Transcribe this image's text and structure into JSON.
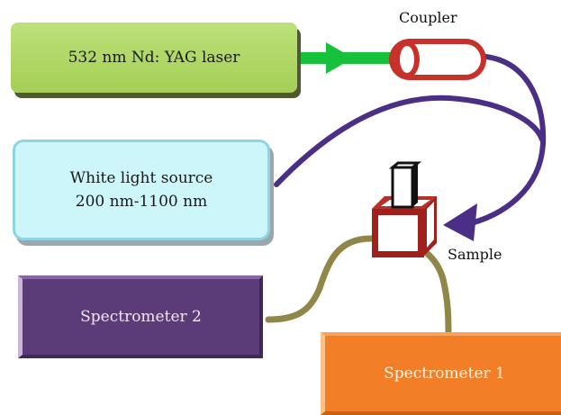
{
  "diagram": {
    "laser": {
      "line1": "532 nm Nd: YAG laser"
    },
    "white_light": {
      "line1": "White light source",
      "line2": "200 nm-1100 nm"
    },
    "spectrometer_2": {
      "label": "Spectrometer 2"
    },
    "spectrometer_1": {
      "label": "Spectrometer 1"
    },
    "coupler": {
      "label": "Coupler"
    },
    "sample": {
      "label": "Sample"
    }
  },
  "colors": {
    "laser_box": "#a8d15c",
    "white_box": "#cdf6fb",
    "spectrometer_2": "#5b3b78",
    "spectrometer_1": "#f27f27",
    "beam": "#16c23c",
    "coupler": "#c8302a",
    "fiber_purple": "#4b2f86",
    "fiber_olive": "#8f8648",
    "sample_holder": "#a0201c"
  }
}
